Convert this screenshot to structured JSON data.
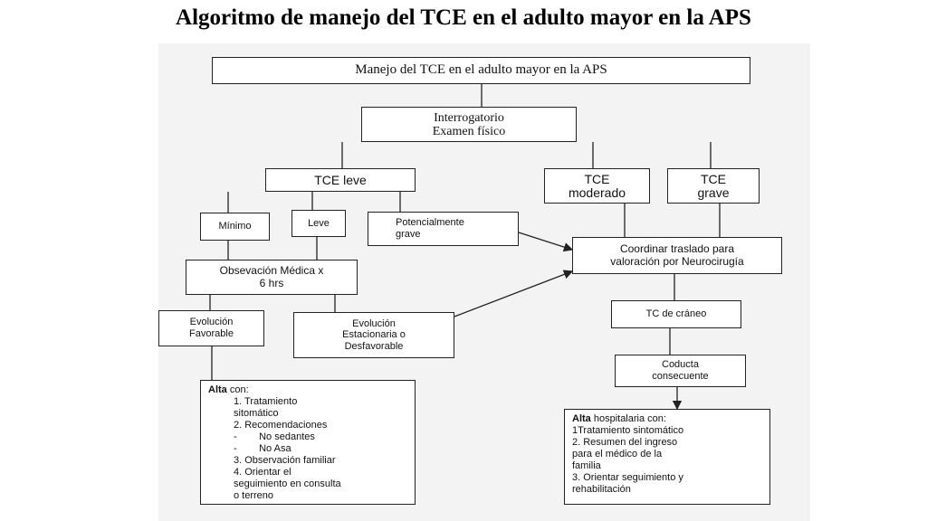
{
  "title": "Algoritmo de manejo del TCE en el adulto mayor en la APS",
  "nodes": {
    "header": "Manejo del TCE en el adulto mayor en la APS",
    "interrogatorio_1": "Interrogatorio",
    "interrogatorio_2": "Examen físico",
    "tce_leve": "TCE leve",
    "tce_moderado_1": "TCE",
    "tce_moderado_2": "moderado",
    "tce_grave_1": "TCE",
    "tce_grave_2": "grave",
    "minimo": "Mínimo",
    "leve": "Leve",
    "potencial_1": "Potencialmente",
    "potencial_2": "grave",
    "observacion_1": "Obsevación Médica x",
    "observacion_2": "6 hrs",
    "evol_fav_1": "Evolución",
    "evol_fav_2": "Favorable",
    "evol_est_1": "Evolución",
    "evol_est_2": "Estacionaria o",
    "evol_est_3": "Desfavorable",
    "coordinar_1": "Coordinar traslado para",
    "coordinar_2": "valoración por Neurocirugía",
    "tc_craneo": "TC de cráneo",
    "conducta_1": "Coducta",
    "conducta_2": "consecuente"
  },
  "alta": {
    "bold": "Alta",
    "rest": " con:",
    "lines": [
      "1. Tratamiento",
      "sitomático",
      "2. Recomendaciones",
      "-        No sedantes",
      "-        No Asa",
      "3. Observación familiar",
      "4. Orientar el",
      "seguimiento en consulta",
      "o terreno"
    ]
  },
  "alta_hosp": {
    "bold": "Alta",
    "rest": " hospitalaria con:",
    "lines": [
      "1Tratamiento sintomático",
      "2. Resumen del ingreso",
      "para el médico de la",
      "familia",
      "3. Orientar seguimiento y",
      "rehabilitación"
    ]
  }
}
